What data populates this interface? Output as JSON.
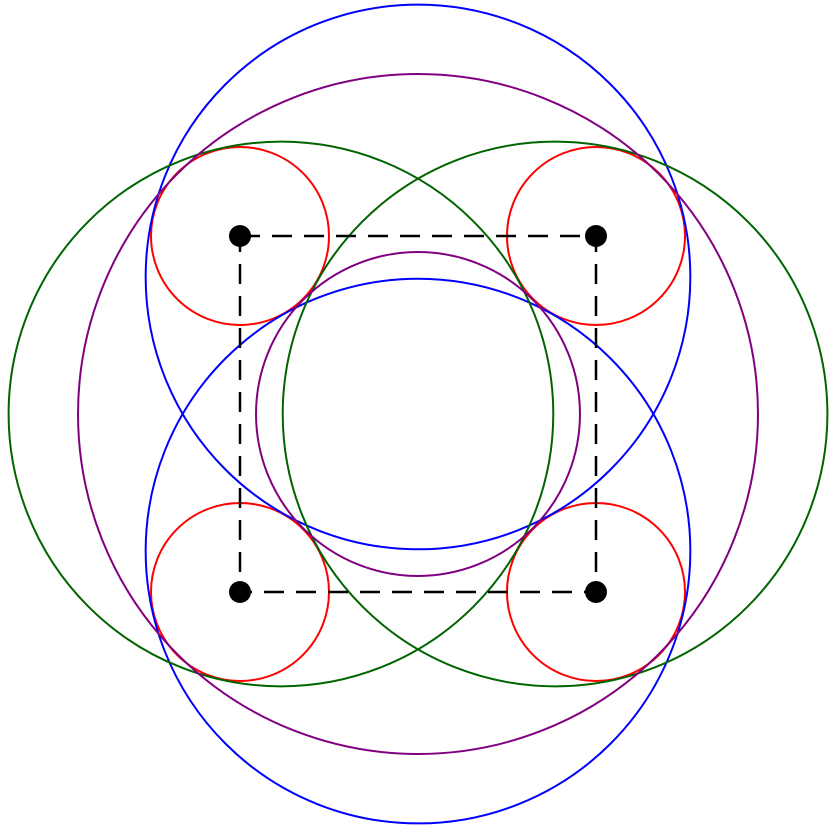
{
  "colors": {
    "background": "#ffffff",
    "square": "#000000",
    "vertex": "#000000",
    "red": "#ff0000",
    "blue": "#0000ff",
    "green": "#006400",
    "purple": "#800080"
  },
  "square": {
    "side": 2,
    "dashed": true,
    "vertices": [
      [
        -1,
        1
      ],
      [
        1,
        1
      ],
      [
        1,
        -1
      ],
      [
        -1,
        -1
      ]
    ]
  },
  "circles": [
    {
      "name": "red-circle-top-left",
      "color": "red",
      "center": [
        -1,
        1
      ],
      "radius": 0.5
    },
    {
      "name": "red-circle-top-right",
      "color": "red",
      "center": [
        1,
        1
      ],
      "radius": 0.5
    },
    {
      "name": "red-circle-bottom-right",
      "color": "red",
      "center": [
        1,
        -1
      ],
      "radius": 0.5
    },
    {
      "name": "red-circle-bottom-left",
      "color": "red",
      "center": [
        -1,
        -1
      ],
      "radius": 0.5
    },
    {
      "name": "blue-circle-top",
      "color": "blue",
      "center": [
        0,
        0.77
      ],
      "radius": 1.53
    },
    {
      "name": "blue-circle-bottom",
      "color": "blue",
      "center": [
        0,
        -0.77
      ],
      "radius": 1.53
    },
    {
      "name": "green-circle-left",
      "color": "green",
      "center": [
        -0.77,
        0
      ],
      "radius": 1.53
    },
    {
      "name": "green-circle-right",
      "color": "green",
      "center": [
        0.77,
        0
      ],
      "radius": 1.53
    },
    {
      "name": "purple-circle-outer",
      "color": "purple",
      "center": [
        0,
        0
      ],
      "radius": 1.91
    },
    {
      "name": "purple-circle-inner",
      "color": "purple",
      "center": [
        0,
        0
      ],
      "radius": 0.91
    }
  ]
}
